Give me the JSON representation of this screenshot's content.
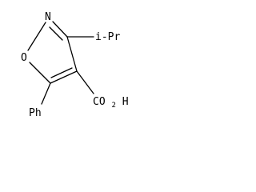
{
  "molecule": {
    "atoms": {
      "ring_nitrogen": "N",
      "ring_oxygen": "O",
      "isopropyl": "i-Pr",
      "phenyl": "Ph",
      "carboxyl_prefix": "CO",
      "carboxyl_subscript": "2",
      "carboxyl_suffix": "H"
    },
    "colors": {
      "ink": "#000000",
      "background": "#ffffff"
    }
  }
}
